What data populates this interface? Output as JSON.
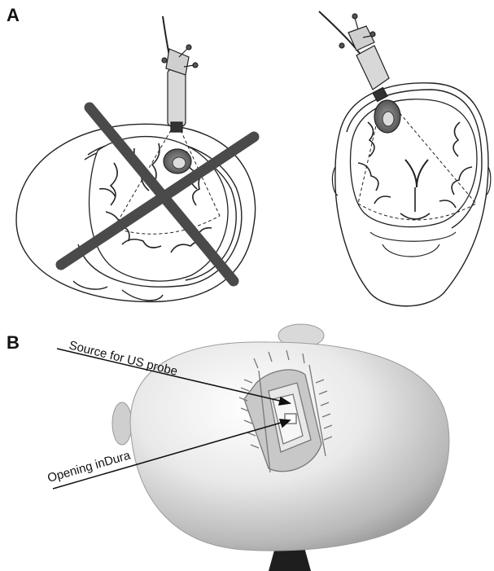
{
  "panels": {
    "a": {
      "label": "A"
    },
    "b": {
      "label": "B"
    }
  },
  "annotations": {
    "source_for_us_probe": "Source for US probe",
    "opening_in_dura": "Opening inDura"
  },
  "colors": {
    "outline": "#222222",
    "cross_marks": "#4a4a4a",
    "tumor": "#6e6e6e",
    "skull_model_light": "#f2f2f2",
    "skull_model_shadow": "#8c8c8c"
  },
  "icons": [
    "brain-axial-section",
    "brain-coronal-section",
    "ultrasound-probe",
    "cross-out-mark",
    "3d-head-model"
  ]
}
